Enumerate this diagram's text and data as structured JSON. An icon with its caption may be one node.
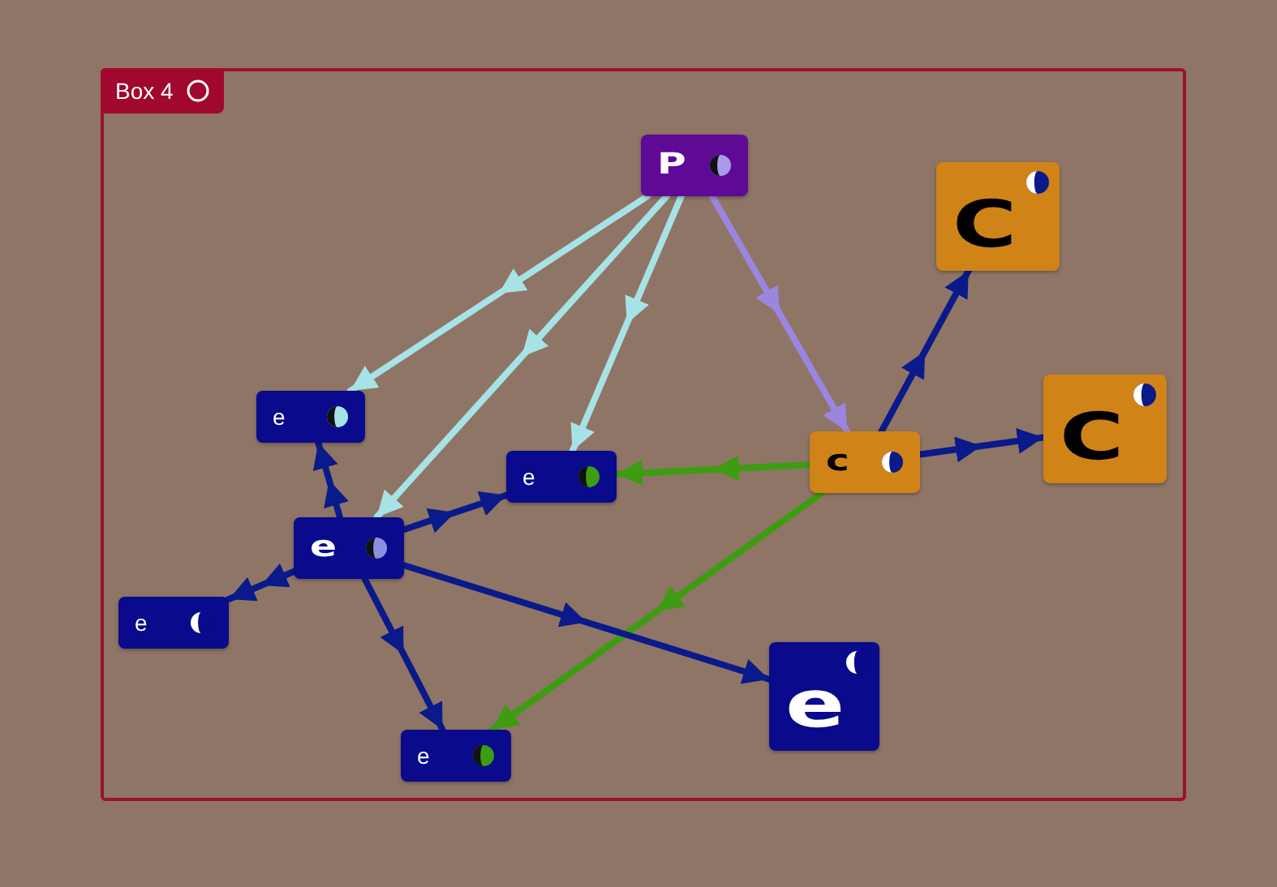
{
  "diagram": {
    "nodes": [
      {
        "text": [
          "Box 4"
        ]
      },
      {
        "text": [
          "P"
        ],
        "in": 0
      },
      {
        "text": [
          "C"
        ],
        "in": 0
      },
      {
        "text": [
          "c"
        ],
        "in": 0
      },
      {
        "text": [
          "C"
        ],
        "in": 0
      },
      {
        "text": [
          "e"
        ],
        "in": 0
      },
      {
        "text": [
          "e"
        ],
        "in": 0
      },
      {
        "text": [
          "e"
        ],
        "in": 0
      },
      {
        "text": [
          "e"
        ],
        "in": 0
      },
      {
        "text": [
          "e"
        ],
        "in": 0
      },
      {
        "text": [
          "e"
        ],
        "in": 0
      }
    ],
    "edges": [
      {
        "from": 1,
        "to": 5,
        "arrow": "to",
        "color": "#a6e3e6"
      },
      {
        "from": 1,
        "to": 7,
        "arrow": "to",
        "color": "#a6e3e6"
      },
      {
        "from": 1,
        "to": 6,
        "arrow": "to",
        "color": "#a6e3e6"
      },
      {
        "from": 1,
        "to": 3,
        "arrow": "to",
        "color": "#9a86e0"
      },
      {
        "from": 3,
        "to": 2,
        "arrow": "to"
      },
      {
        "from": 3,
        "to": 4,
        "arrow": "to"
      },
      {
        "from": 3,
        "to": 6,
        "arrow": "to",
        "color": "#3d9c12"
      },
      {
        "from": 3,
        "to": 9,
        "arrow": "to",
        "color": "#3d9c12"
      },
      {
        "from": 7,
        "to": 5,
        "arrow": "to"
      },
      {
        "from": 7,
        "to": 6,
        "arrow": "to"
      },
      {
        "from": 7,
        "to": 8,
        "arrow": "to"
      },
      {
        "from": 7,
        "to": 9,
        "arrow": "to"
      },
      {
        "from": 7,
        "to": 10,
        "arrow": "to"
      }
    ]
  }
}
